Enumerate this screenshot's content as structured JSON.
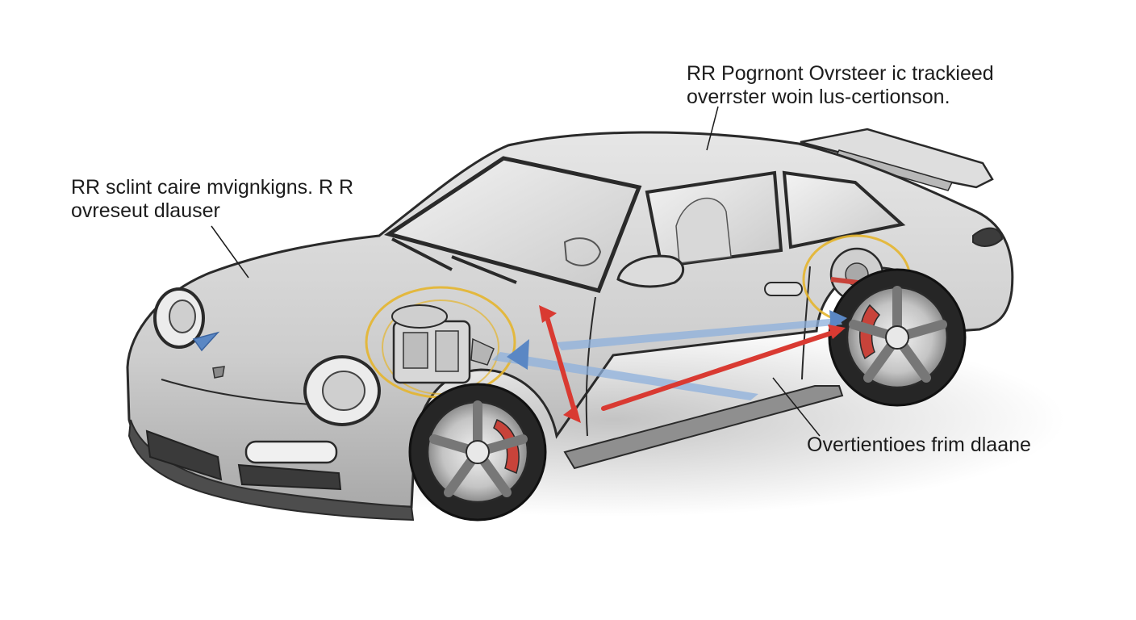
{
  "callouts": {
    "front": {
      "line1": "RR sclint caire mvignkigns. R R",
      "line2": "ovreseut dlauser"
    },
    "top": {
      "line1": "RR Pogrnont Ovrsteer  ic trackieed",
      "line2": "overrster woin  lus-certionson."
    },
    "side": {
      "line1": "Overtientioes frim dlaane"
    }
  },
  "colors": {
    "body": "#cfcfcf",
    "outline": "#2a2a2a",
    "red_arrow": "#d93a32",
    "blue_arrow": "#5a87c4",
    "highlight": "#e4b52e",
    "brake_caliper": "#c8433a"
  },
  "icons": [
    "crest-icon",
    "pointer-triangle-icon"
  ]
}
